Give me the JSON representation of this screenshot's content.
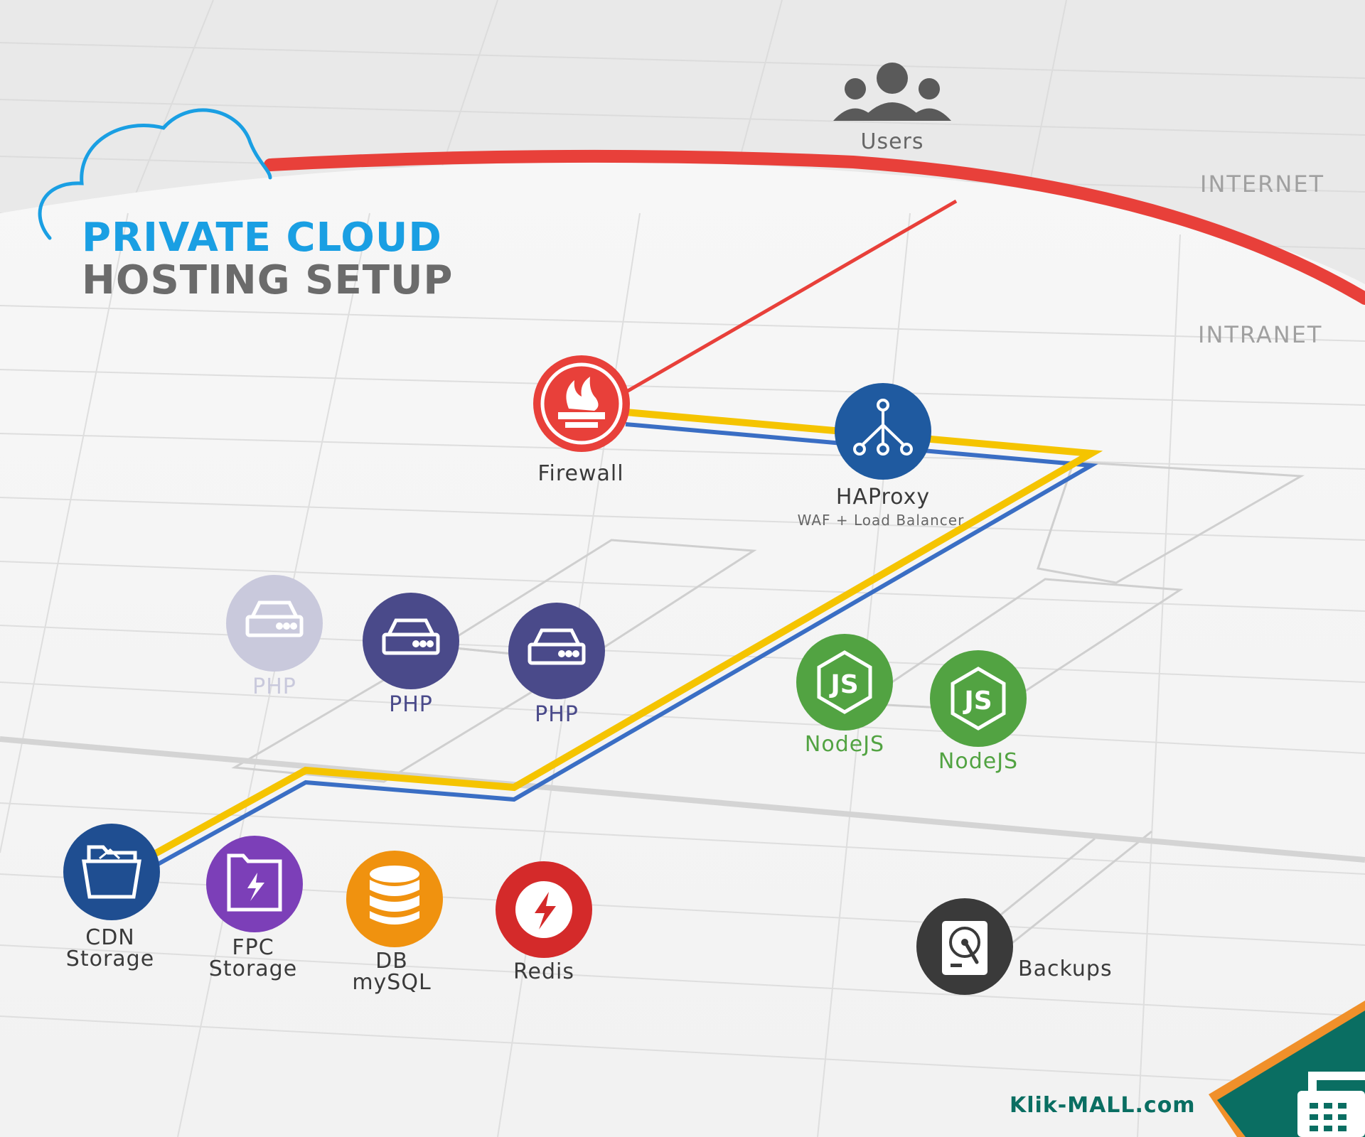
{
  "title": {
    "line1": "PRIVATE CLOUD",
    "line2": "HOSTING SETUP"
  },
  "zones": {
    "internet": "INTERNET",
    "intranet": "INTRANET"
  },
  "users": {
    "label": "Users",
    "icon": "users-group-icon"
  },
  "nodes": {
    "firewall": {
      "label": "Firewall",
      "icon": "firewall-icon",
      "color": "#e8403a"
    },
    "haproxy": {
      "label": "HAProxy",
      "sublabel": "WAF + Load Balancer",
      "icon": "load-balancer-icon",
      "color": "#1f5aa0"
    },
    "php1": {
      "label": "PHP",
      "icon": "server-icon",
      "color": "#c9c9dc",
      "state": "inactive"
    },
    "php2": {
      "label": "PHP",
      "icon": "server-icon",
      "color": "#4a4a8a"
    },
    "php3": {
      "label": "PHP",
      "icon": "server-icon",
      "color": "#4a4a8a"
    },
    "node1": {
      "label": "NodeJS",
      "icon": "nodejs-icon",
      "color": "#52a342"
    },
    "node2": {
      "label": "NodeJS",
      "icon": "nodejs-icon",
      "color": "#52a342"
    },
    "cdn": {
      "label1": "CDN",
      "label2": "Storage",
      "icon": "open-folder-icon",
      "color": "#1f4e91"
    },
    "fpc": {
      "label1": "FPC",
      "label2": "Storage",
      "icon": "folder-bolt-icon",
      "color": "#7c3fb8"
    },
    "db": {
      "label1": "DB",
      "label2": "mySQL",
      "icon": "database-icon",
      "color": "#f0920f"
    },
    "redis": {
      "label": "Redis",
      "icon": "redis-bolt-icon",
      "color": "#d42a2a"
    },
    "backups": {
      "label": "Backups",
      "icon": "hard-drive-icon",
      "color": "#3a3a3a"
    }
  },
  "links": {
    "internet": "#e8403a",
    "traffic_primary": "#f5c400",
    "traffic_secondary": "#3a6ec4"
  },
  "footer": {
    "site": "Klik-MALL.com",
    "icon": "fax-phone-icon",
    "color": "#0a6e62",
    "accent": "#f0902a"
  }
}
